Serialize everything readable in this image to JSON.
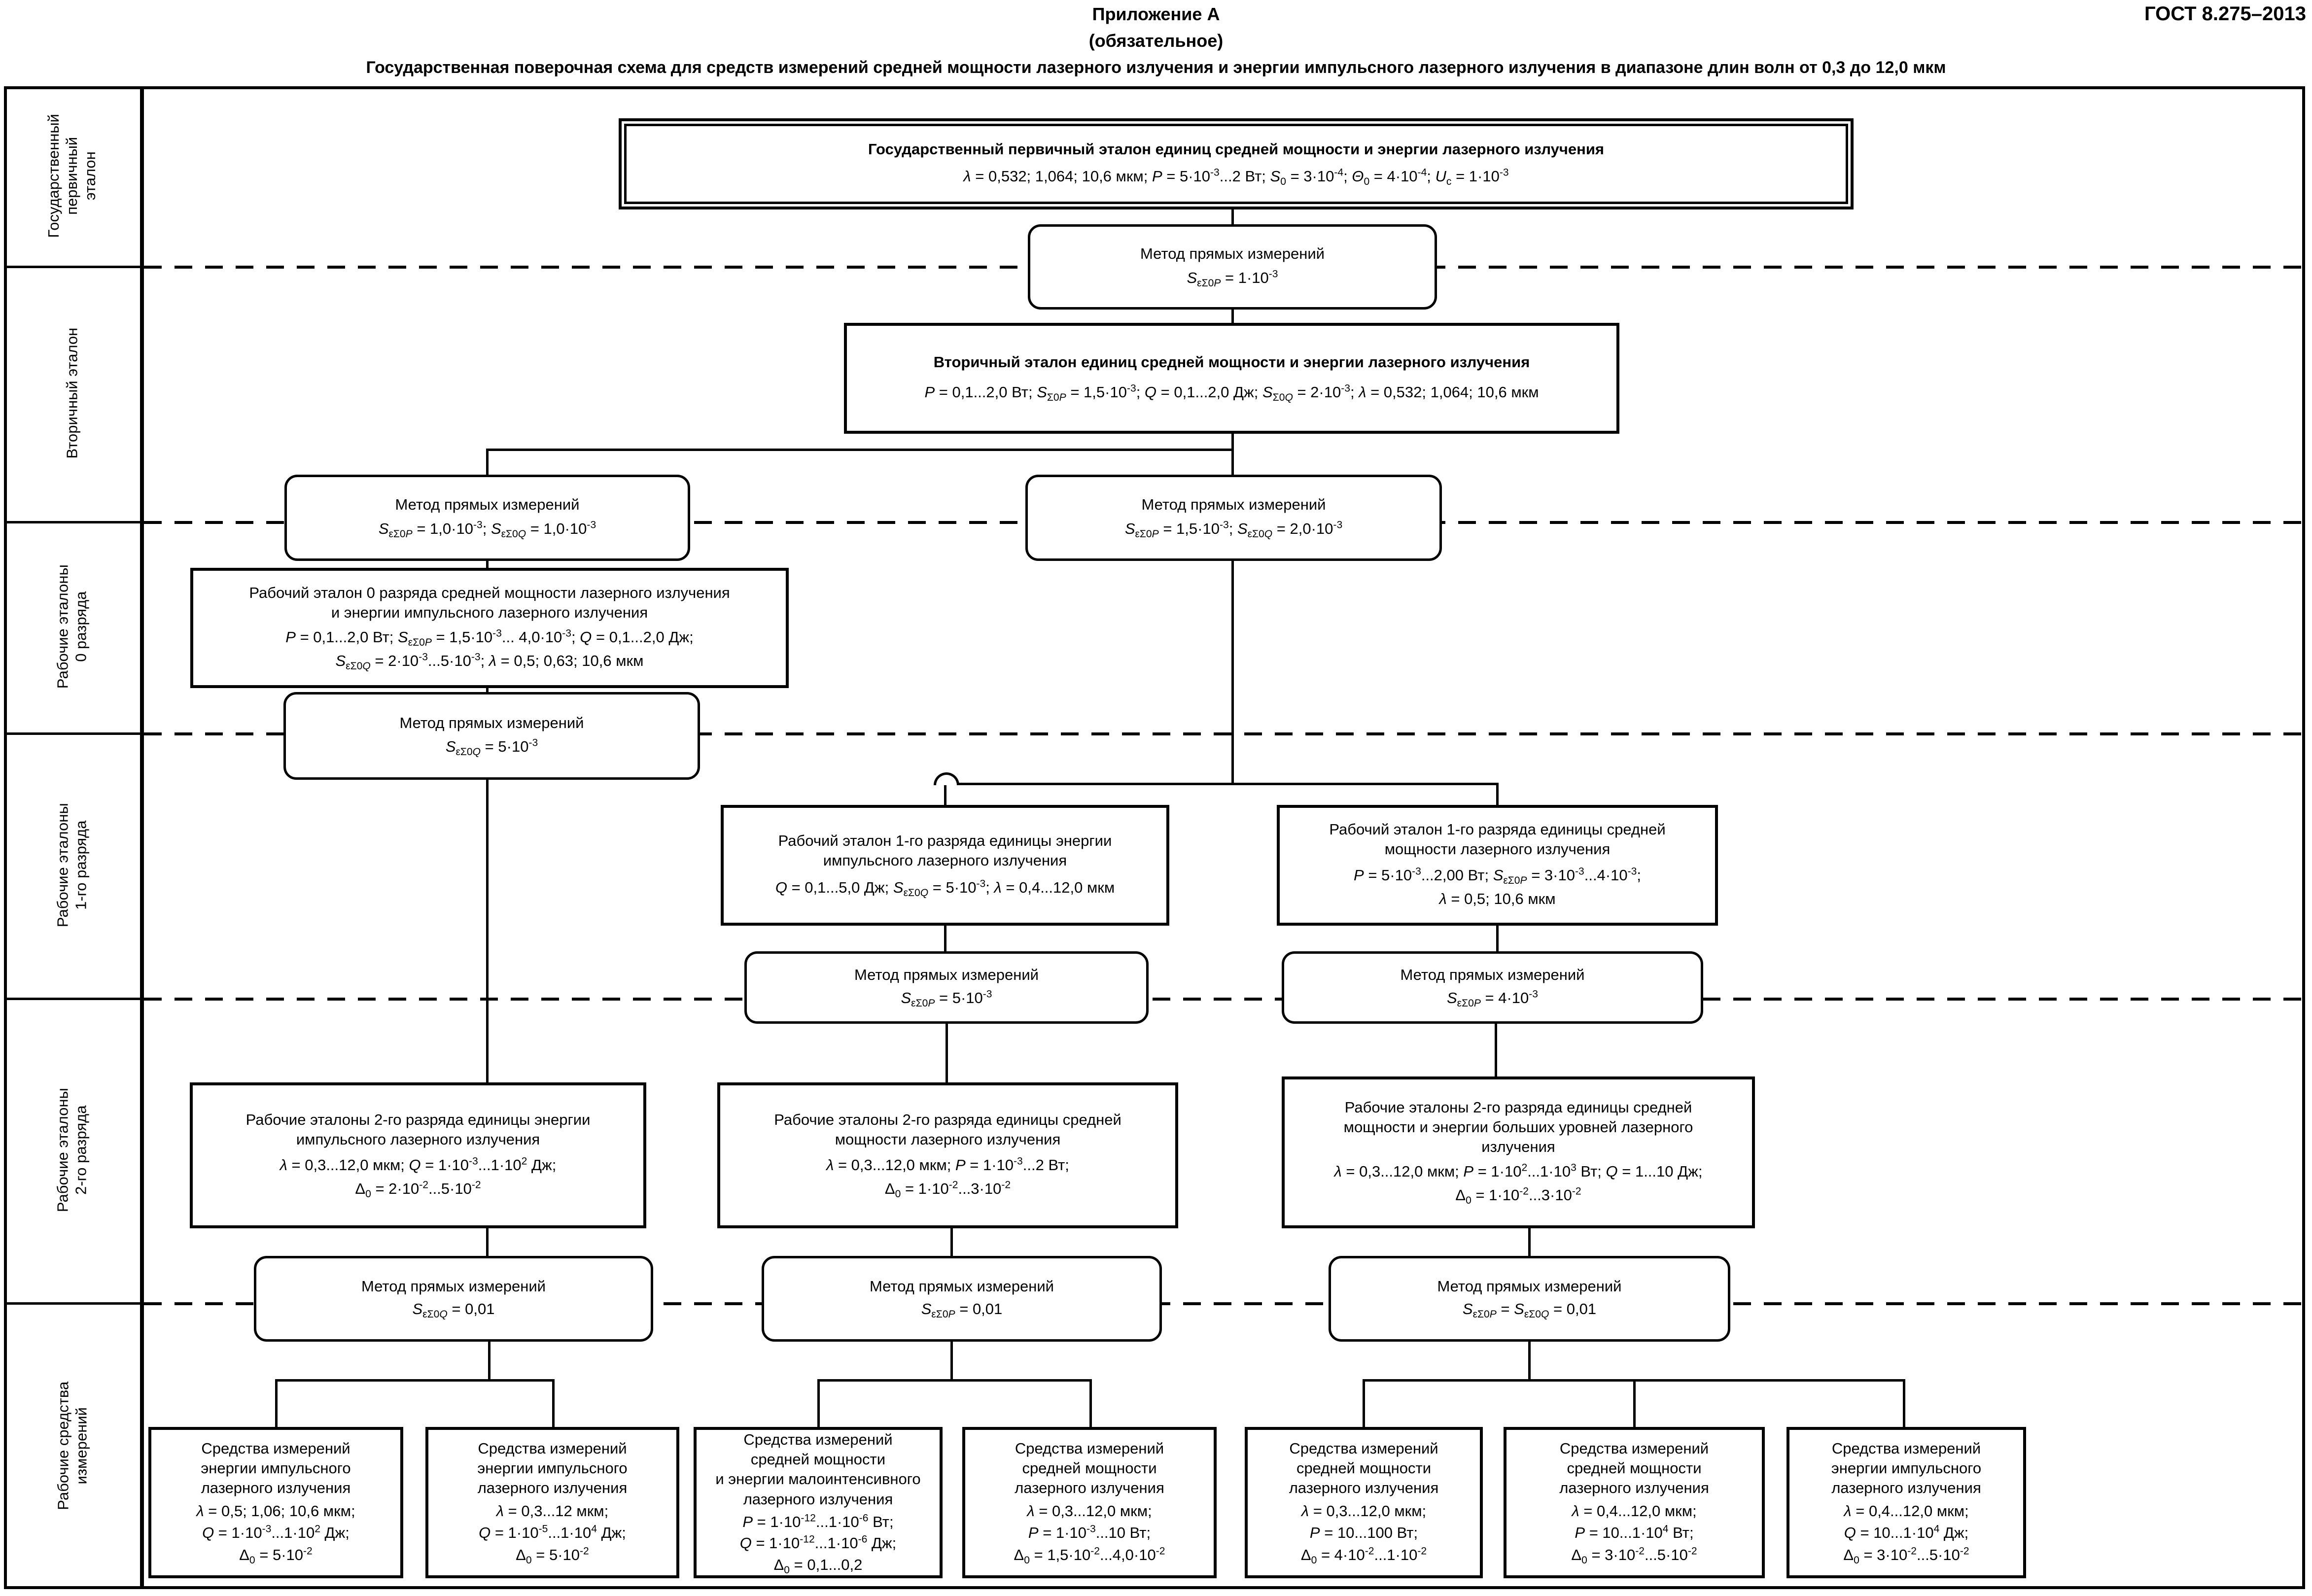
{
  "page": {
    "standard": "ГОСТ 8.275–2013",
    "appendix": "Приложение А",
    "appendix_note": "(обязательное)",
    "title": "Государственная поверочная схема для средств измерений средней мощности лазерного излучения и энергии импульсного лазерного излучения в диапазоне длин волн от 0,3 до 12,0 мкм"
  },
  "method_label": "Метод прямых измерений",
  "sidebar": {
    "rows": [
      "Государственный\nпервичный\nэталон",
      "Вторичный эталон",
      "Рабочие эталоны\n0 разряда",
      "Рабочие эталоны\n1-го разряда",
      "Рабочие эталоны\n2-го разряда",
      "Рабочие средства\nизмерений"
    ]
  },
  "boxes": {
    "primary": {
      "title": "Государственный первичный эталон единиц средней мощности и энергии лазерного излучения",
      "formula": "*λ* = 0,532; 1,064; 10,6 мкм; *P* = 5·10^{-3}...2 Вт; *S*_{0} = 3·10^{-4}; *Θ*_{0} = 4·10^{-4}; *U*_{c} = 1·10^{-3}"
    },
    "m1": {
      "formula": "*S*_{εΣ0*P*} = 1·10^{-3}"
    },
    "secondary": {
      "title": "Вторичный эталон единиц средней мощности и энергии лазерного излучения",
      "formula": "*P* = 0,1...2,0 Вт; *S*_{Σ0*P*} = 1,5·10^{-3}; *Q* = 0,1...2,0 Дж; *S*_{Σ0*Q*} = 2·10^{-3}; *λ* = 0,532; 1,064; 10,6 мкм"
    },
    "m2l": {
      "formula": "*S*_{εΣ0*P*} = 1,0·10^{-3}; *S*_{εΣ0*Q*} = 1,0·10^{-3}"
    },
    "m2r": {
      "formula": "*S*_{εΣ0*P*} = 1,5·10^{-3}; *S*_{εΣ0*Q*} = 2,0·10^{-3}"
    },
    "re0": {
      "title": "Рабочий эталон 0 разряда средней мощности лазерного излучения\nи энергии импульсного лазерного излучения",
      "formula": "*P* = 0,1...2,0 Вт; *S*_{εΣ0*P*} = 1,5·10^{-3}... 4,0·10^{-3}; *Q* = 0,1...2,0 Дж;\n*S*_{εΣ0*Q*} = 2·10^{-3}...5·10^{-3}; *λ* = 0,5; 0,63; 10,6 мкм"
    },
    "m0q": {
      "formula": "*S*_{εΣ0*Q*} = 5·10^{-3}"
    },
    "re1q": {
      "title": "Рабочий эталон 1-го разряда единицы энергии\nимпульсного лазерного излучения",
      "formula": "*Q* = 0,1...5,0 Дж; *S*_{εΣ0*Q*} = 5·10^{-3}; *λ* = 0,4...12,0 мкм"
    },
    "re1p": {
      "title": "Рабочий эталон 1-го разряда единицы средней\nмощности лазерного излучения",
      "formula": "*P* = 5·10^{-3}...2,00 Вт; *S*_{εΣ0*P*} = 3·10^{-3}...4·10^{-3};\n*λ* = 0,5; 10,6 мкм"
    },
    "m3l": {
      "formula": "*S*_{εΣ0*P*} = 5·10^{-3}"
    },
    "m3r": {
      "formula": "*S*_{εΣ0*P*} = 4·10^{-3}"
    },
    "re2q": {
      "title": "Рабочие эталоны 2-го разряда единицы энергии\nимпульсного лазерного излучения",
      "formula": "*λ* = 0,3...12,0 мкм; *Q* = 1·10^{-3}...1·10^{2} Дж;\nΔ_{0} = 2·10^{-2}...5·10^{-2}"
    },
    "re2p": {
      "title": "Рабочие эталоны 2-го разряда единицы средней\nмощности лазерного излучения",
      "formula": "*λ* = 0,3...12,0 мкм; *P* = 1·10^{-3}...2 Вт;\nΔ_{0} = 1·10^{-2}...3·10^{-2}"
    },
    "re2pq": {
      "title": "Рабочие эталоны 2-го разряда единицы средней\nмощности и энергии больших уровней лазерного\nизлучения",
      "formula": "*λ* = 0,3...12,0 мкм; *P* = 1·10^{2}...1·10^{3} Вт; *Q* = 1...10 Дж;\nΔ_{0} = 1·10^{-2}...3·10^{-2}"
    },
    "m4l": {
      "formula": "*S*_{εΣ0*Q*} = 0,01"
    },
    "m4m": {
      "formula": "*S*_{εΣ0*P*} = 0,01"
    },
    "m4r": {
      "formula": "*S*_{εΣ0*P*} =  *S*_{εΣ0*Q*} = 0,01"
    },
    "si": [
      {
        "title": "Средства измерений\nэнергии импульсного\nлазерного излучения",
        "formula": "*λ* = 0,5; 1,06; 10,6 мкм;\n*Q* = 1·10^{-3}...1·10^{2} Дж;\nΔ_{0} = 5·10^{-2}"
      },
      {
        "title": "Средства измерений\nэнергии импульсного\nлазерного излучения",
        "formula": "*λ* = 0,3...12 мкм;\n*Q* = 1·10^{-5}...1·10^{4} Дж;\nΔ_{0} = 5·10^{-2}"
      },
      {
        "title": "Средства измерений\nсредней мощности\nи энергии малоинтенсивного\nлазерного излучения",
        "formula": "*P* = 1·10^{-12}...1·10^{-6} Вт;\n*Q* = 1·10^{-12}...1·10^{-6} Дж;\nΔ_{0} = 0,1...0,2"
      },
      {
        "title": "Средства измерений\nсредней мощности\nлазерного излучения",
        "formula": "*λ* = 0,3...12,0 мкм;\n*P* = 1·10^{-3}...10 Вт;\nΔ_{0} = 1,5·10^{-2}...4,0·10^{-2}"
      },
      {
        "title": "Средства измерений\nсредней мощности\nлазерного излучения",
        "formula": "*λ* = 0,3...12,0 мкм;\n*P* = 10...100 Вт;\nΔ_{0} = 4·10^{-2}...1·10^{-2}"
      },
      {
        "title": "Средства измерений\nсредней мощности\nлазерного излучения",
        "formula": "*λ* = 0,4...12,0 мкм;\n*P* = 10...1·10^{4} Вт;\nΔ_{0} = 3·10^{-2}...5·10^{-2}"
      },
      {
        "title": "Средства измерений\nэнергии импульсного\nлазерного излучения",
        "formula": "*λ* = 0,4...12,0 мкм;\n*Q* = 10...1·10^{4} Дж;\nΔ_{0} = 3·10^{-2}...5·10^{-2}"
      }
    ]
  }
}
